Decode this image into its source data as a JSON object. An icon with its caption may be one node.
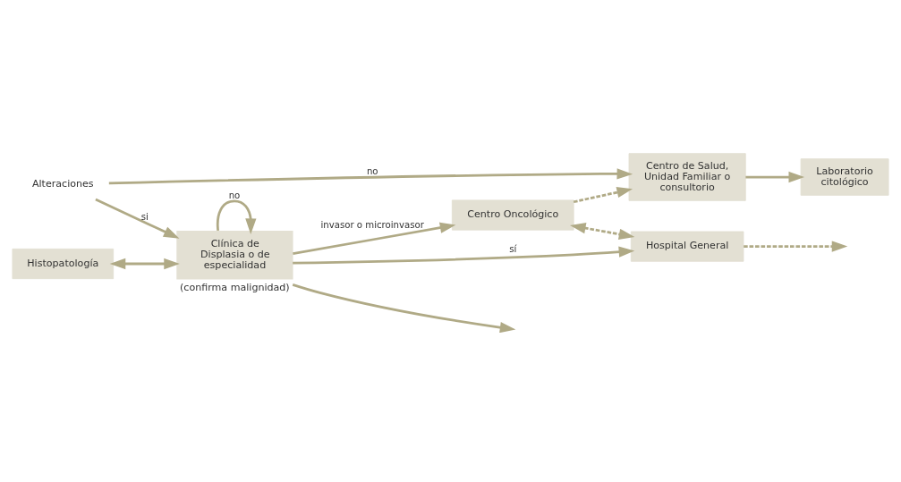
{
  "diagram": {
    "nodes": [
      {
        "text": [
          "Centro de Salud, Unidad Familiar o consultorio"
        ]
      },
      {
        "text": [
          "Laboratorio citológico"
        ]
      },
      {
        "text": [
          "Alteraciones"
        ]
      },
      {
        "text": [
          "Histopatología"
        ]
      },
      {
        "text": [
          "Clínica de Displasia o de especialidad"
        ],
        "beside": [
          "(confirma malignidad)"
        ]
      },
      {
        "text": [
          "Centro Oncológico"
        ]
      },
      {
        "text": [
          "Hospital General"
        ]
      }
    ],
    "edges": [
      {
        "from": 0,
        "to": 1,
        "arrow": "to"
      },
      {
        "from": 2,
        "to": 0,
        "arrow": "to",
        "label": "no"
      },
      {
        "from": 2,
        "to": 4,
        "arrow": "to",
        "label": "si"
      },
      {
        "from": 3,
        "to": 4,
        "arrow": "both"
      },
      {
        "from": 4,
        "to": 5,
        "arrow": "to",
        "label": "invasor o microinvasor"
      },
      {
        "from": 4,
        "to": 6,
        "arrow": "to",
        "label": "sí"
      },
      {
        "from": 5,
        "to": 6,
        "arrow": "both",
        "style": "dashed"
      },
      {
        "from": 4,
        "to": 4,
        "arrow": "to",
        "label": "no"
      },
      {
        "from": 4,
        "to": null,
        "arrow": "to"
      },
      {
        "from": 6,
        "to": null,
        "arrow": "to",
        "style": "dashed"
      },
      {
        "from": 5,
        "to": 0,
        "arrow": "to",
        "style": "dashed"
      }
    ]
  }
}
